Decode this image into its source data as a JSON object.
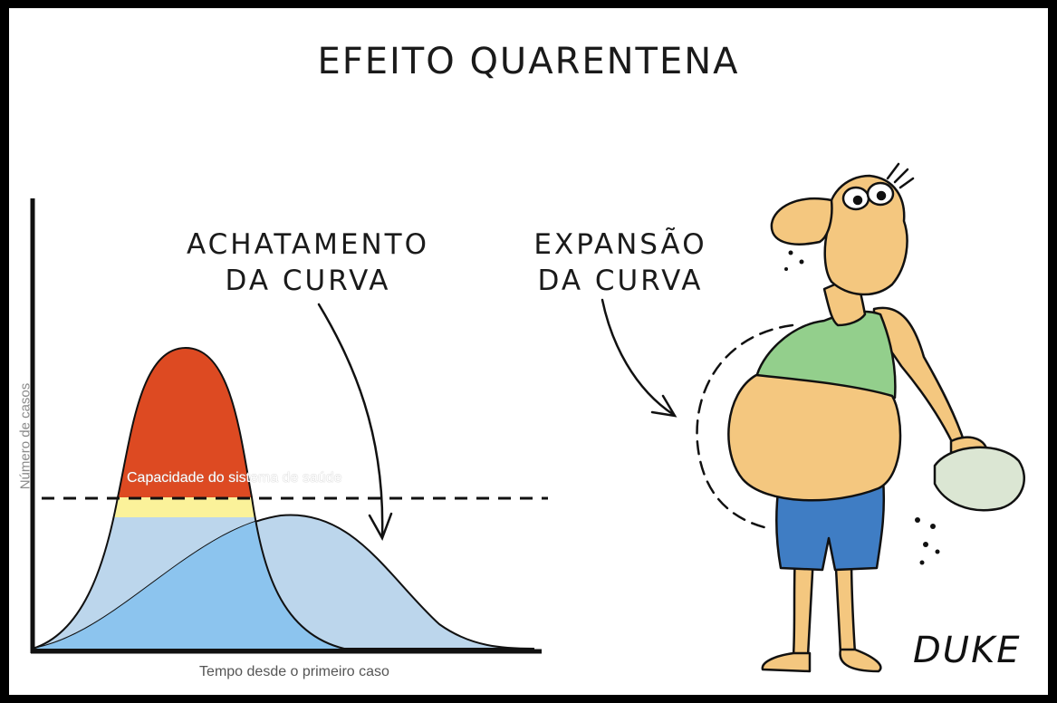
{
  "cartoon": {
    "title": "EFEITO QUARENTENA",
    "flatten_label": {
      "line1": "ACHATAMENTO",
      "line2": "DA CURVA"
    },
    "expand_label": {
      "line1": "EXPANSÃO",
      "line2": "DA CURVA"
    },
    "signature": "DUKE"
  },
  "chart": {
    "y_axis_label": "Número de casos",
    "x_axis_label": "Tempo desde o primeiro caso",
    "capacity_label": "Capacidade do sistema de saúde",
    "colors": {
      "over_capacity": "#dd4a22",
      "near_capacity": "#fbf29a",
      "peak_curve": "#bcd6ec",
      "flat_curve": "#8cc4ee",
      "capacity_line": "#111111"
    }
  },
  "character": {
    "colors": {
      "skin": "#f4c77f",
      "tank_top": "#93cf8c",
      "shorts": "#3f7dc4"
    }
  }
}
